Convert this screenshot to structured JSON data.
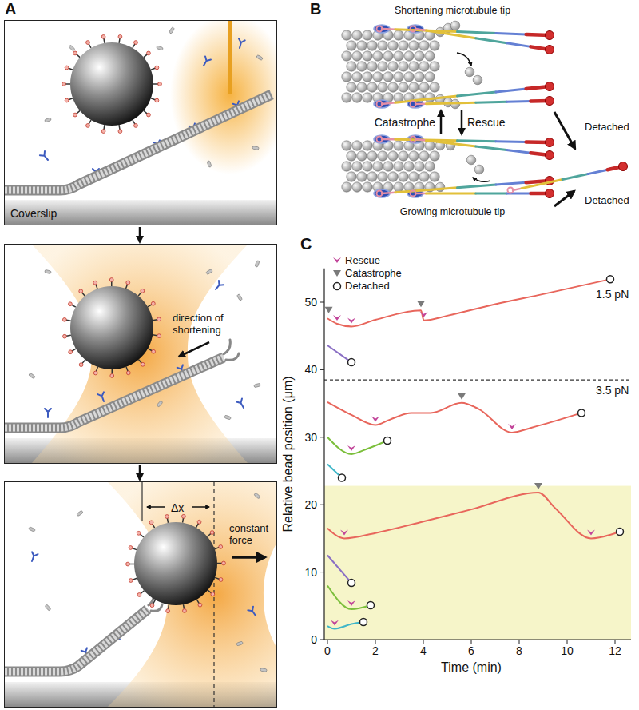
{
  "diagram": {
    "nodes": [
      {
        "text": [
          "Coverslip"
        ]
      },
      {
        "text": [
          "direction of shortening"
        ]
      },
      {
        "text": [
          "Δx",
          "constant force"
        ]
      },
      {
        "text": [
          "Shortening microtubule tip"
        ]
      },
      {
        "text": [
          "Growing microtubule tip"
        ]
      }
    ],
    "edges": [
      {
        "from": 0,
        "to": 1,
        "arrow": "to"
      },
      {
        "from": 1,
        "to": 2,
        "arrow": "to"
      },
      {
        "from": 3,
        "to": 4,
        "label": "Rescue",
        "arrow": "to"
      },
      {
        "from": 4,
        "to": 3,
        "label": "Catastrophe",
        "arrow": "to"
      }
    ],
    "labels": [
      "A",
      "B",
      "C",
      "Detached",
      "Detached",
      "1.5 pN",
      "3.5 pN",
      "Relative bead position (μm)",
      "Time (min)",
      "0",
      "2",
      "4",
      "6",
      "8",
      "10",
      "12",
      "0",
      "10",
      "20",
      "30",
      "40",
      "50"
    ],
    "legend": [
      {
        "text": "Rescue"
      },
      {
        "text": "Catastrophe"
      },
      {
        "text": "Detached"
      }
    ]
  }
}
